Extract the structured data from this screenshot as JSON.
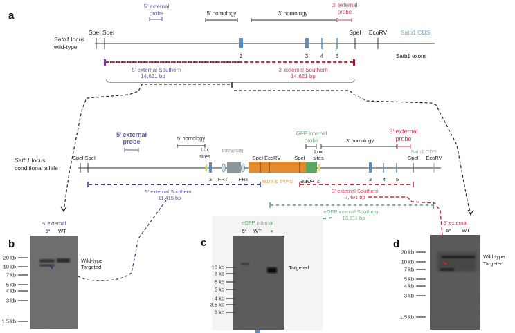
{
  "panels": {
    "a": "a",
    "b": "b",
    "c": "c",
    "d": "d"
  },
  "colors": {
    "black": "#333333",
    "blue_label": "#5a5aa0",
    "red_label": "#c8445a",
    "cds": "#7aa7c4",
    "exon": "#5b8fc0",
    "orange": "#e68a2e",
    "green_gfp": "#5aa860",
    "gfp_label": "#6aaa78",
    "neo": "#8c979a",
    "southern_blue": "#2d3a78",
    "southern_red": "#c0303c",
    "egfp_green": "#5a9a7a",
    "gel": "#5c5c5c"
  },
  "wildtype": {
    "locus_label_italic": "Satb1",
    "locus_label_rest": " locus",
    "locus_label_line2": "wild-type",
    "probe5_l1": "5’ external",
    "probe5_l2": "probe",
    "homology5": "5’ homology",
    "homology3": "3’ homology",
    "probe3_l1": "3’ external",
    "probe3_l2": "probe",
    "spei_left": "SpeI SpeI",
    "spei_right": "SpeI",
    "ecorv": "EcoRV",
    "cds": "Satb1 CDS",
    "exons_label": "Satb1 exons",
    "exon_numbers": [
      "2",
      "3",
      "4",
      "5"
    ],
    "southern5_l1": "5’ external Southern",
    "southern5_l2": "14,621 bp",
    "southern3_l1": "3’ external Southern",
    "southern3_l2": "14,621 bp"
  },
  "conditional": {
    "locus_label_italic": "Satb1",
    "locus_label_rest": " locus",
    "locus_label_line2": "conditional allele",
    "probe5_l1": "5’ external",
    "probe5_l2": "probe",
    "homology5": "5’ homology",
    "lox1_l1": "Lox",
    "lox1_l2": "sites",
    "neokana": "Neo/Kana",
    "spei_ecorv": "SpeI EcoRV",
    "spei_mid": "SpeI",
    "gfp_probe_l1": "GFP internal",
    "gfp_probe_l2": "probe",
    "lox2_l1": "Lox",
    "lox2_l2": "sites",
    "homology3": "3’ homology",
    "probe3_l1": "3’ external",
    "probe3_l2": "probe",
    "cds": "Satb1 CDS",
    "spei_right": "SpeI",
    "ecorv_right": "EcoRV",
    "spei_left": "SpeI SpeI",
    "exon2": "2",
    "frt1": "FRT",
    "frt2": "FRT",
    "utr": "Satb1 3’ UTR",
    "egfp": "2. eGFP",
    "exon_numbers": [
      "3",
      "4",
      "5"
    ],
    "southern5_l1": "5’ external Southern",
    "southern5_l2": "11,415 bp",
    "southern3_l1": "3’ external Southern",
    "southern3_l2": "7,491 bp",
    "egfp_southern_l1": "eGFP internal Southern",
    "egfp_southern_l2": "10,811 bp"
  },
  "gel_b": {
    "probe": "5’ external",
    "lanes": [
      "5*",
      "WT"
    ],
    "markers": [
      "20 kb",
      "10 kb",
      "7 kb",
      "5 kb",
      "4 kb",
      "3 kb",
      "1.5 kb"
    ],
    "band_labels": [
      "Wild-type",
      "Targeted"
    ]
  },
  "gel_c": {
    "probe": "eGFP internal",
    "lanes": [
      "5*",
      "WT",
      "+"
    ],
    "markers": [
      "10 kb",
      "8 kb",
      "6 kb",
      "5 kb",
      "4 kb",
      "3.5 kb",
      "3 kb"
    ],
    "band_labels": [
      "Targeted"
    ]
  },
  "gel_d": {
    "probe": "3’ external",
    "lanes": [
      "5*",
      "WT"
    ],
    "markers": [
      "20 kb",
      "10 kb",
      "7 kb",
      "5 kb",
      "4 kb",
      "3 kb",
      "1.5 kb"
    ],
    "band_labels": [
      "Wild-type",
      "Targeted"
    ]
  }
}
